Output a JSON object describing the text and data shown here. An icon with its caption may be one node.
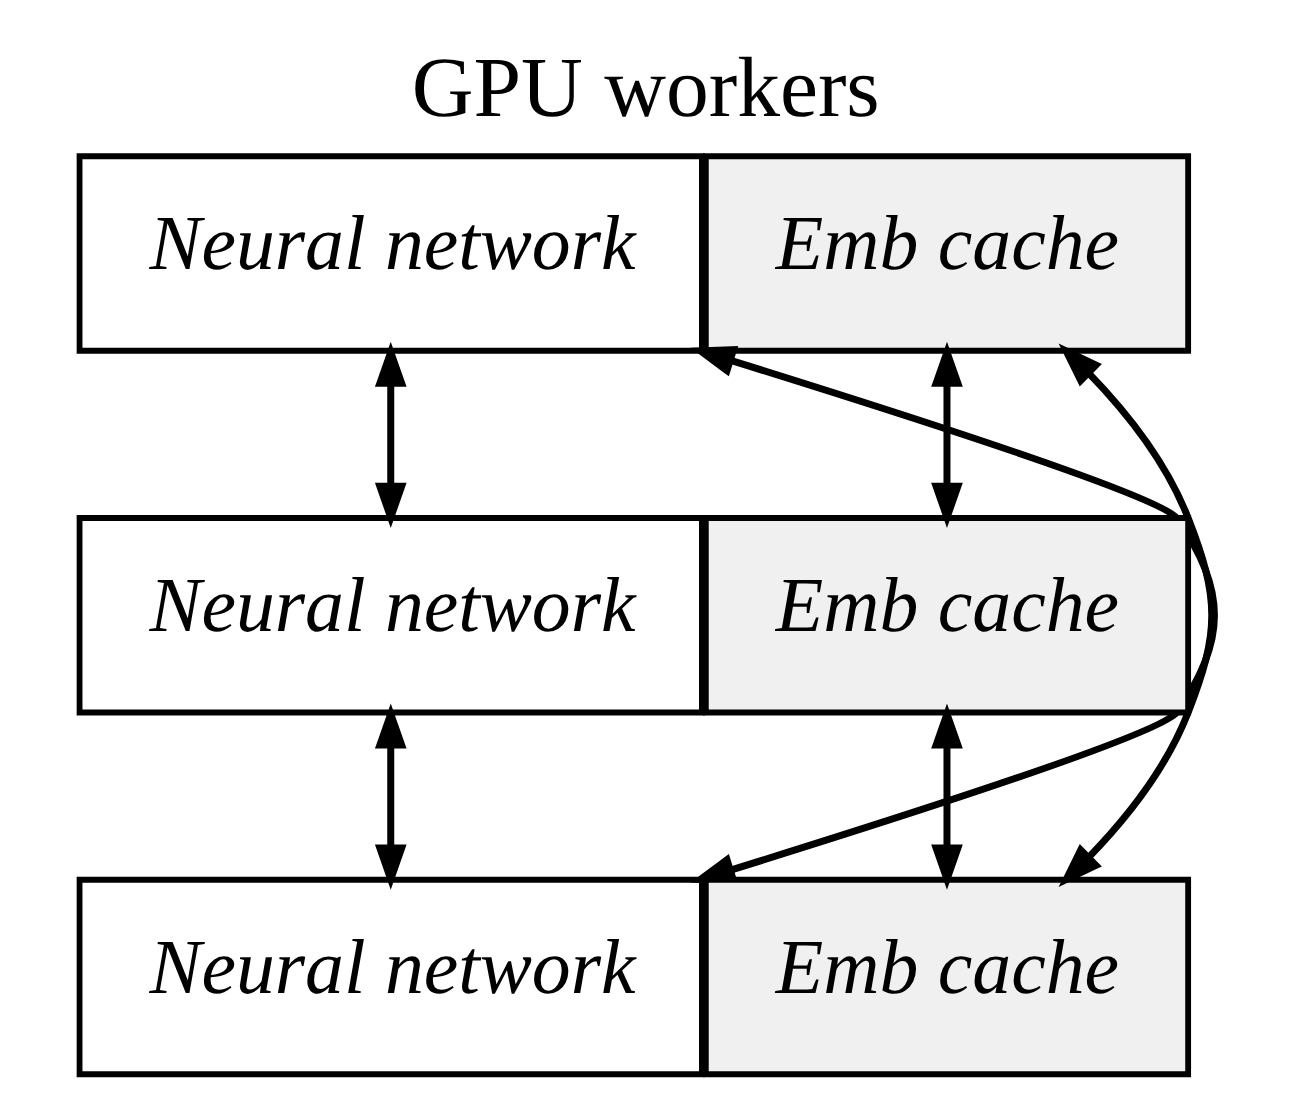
{
  "diagram": {
    "title": "GPU workers",
    "nodes": [
      {
        "text": [
          "Neural network"
        ]
      },
      {
        "text": [
          "Emb cache"
        ]
      },
      {
        "text": [
          "Neural network"
        ]
      },
      {
        "text": [
          "Emb cache"
        ]
      },
      {
        "text": [
          "Neural network"
        ]
      },
      {
        "text": [
          "Emb cache"
        ]
      }
    ],
    "edges": [
      {
        "from": 0,
        "to": 2,
        "arrow": "both"
      },
      {
        "from": 1,
        "to": 3,
        "arrow": "both"
      },
      {
        "from": 2,
        "to": 4,
        "arrow": "both"
      },
      {
        "from": 3,
        "to": 5,
        "arrow": "both"
      },
      {
        "from": 0,
        "to": 4,
        "arrow": "both"
      },
      {
        "from": 1,
        "to": 5,
        "arrow": "both"
      }
    ]
  }
}
